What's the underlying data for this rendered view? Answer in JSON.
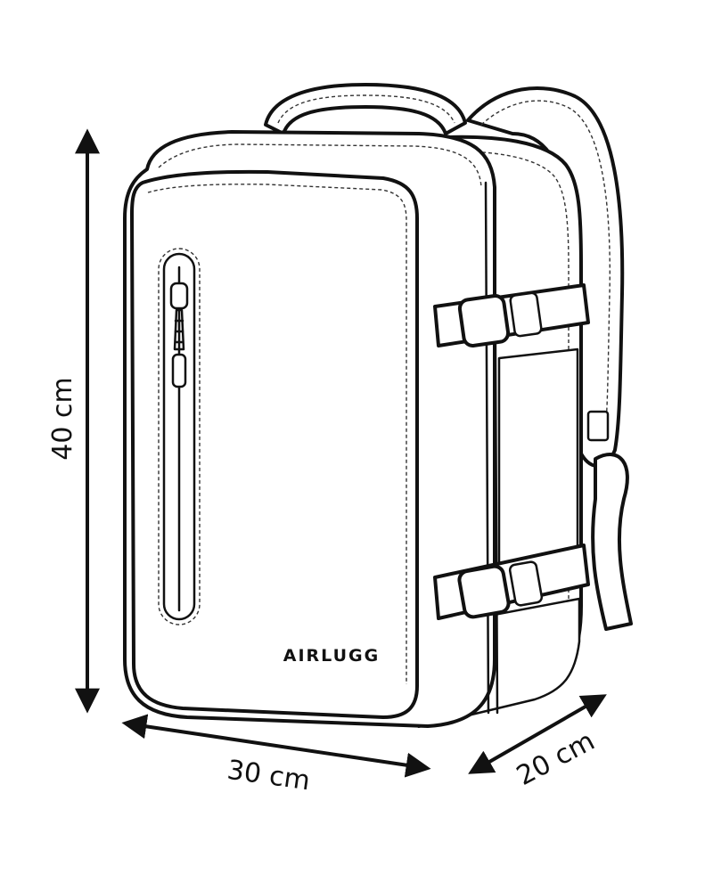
{
  "brand": {
    "name": "AIRLUGG"
  },
  "dimensions": {
    "height_label": "40 cm",
    "width_label": "30 cm",
    "depth_label": "20 cm"
  },
  "colors": {
    "line": "#111111",
    "background": "#ffffff"
  }
}
